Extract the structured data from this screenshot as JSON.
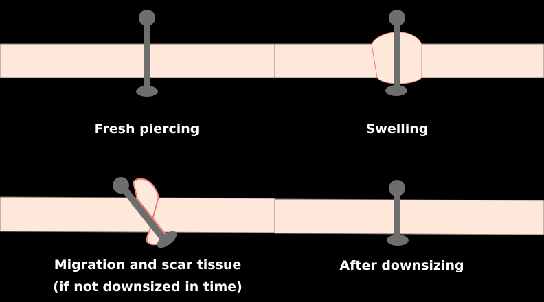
{
  "colors": {
    "background": "#000000",
    "skin": "#fee8dc",
    "skin_edge": "#8a7a74",
    "swelling_edge": "#f07d72",
    "jewelry": "#6e6e6e",
    "text": "#ffffff"
  },
  "panels": [
    {
      "id": "fresh",
      "label": "Fresh piercing",
      "stage": 1
    },
    {
      "id": "swelling",
      "label": "Swelling",
      "stage": 2
    },
    {
      "id": "migration",
      "label_line1": "Migration and scar tissue",
      "label_line2": "(if not downsized in time)",
      "stage": 3
    },
    {
      "id": "downsized",
      "label": "After downsizing",
      "stage": 4
    }
  ]
}
